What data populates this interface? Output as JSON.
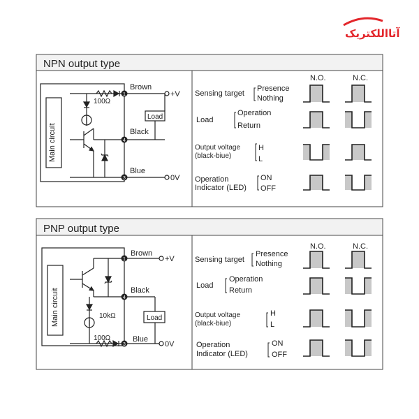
{
  "brand": {
    "logo_text": "آتااللکتریک",
    "logo_color": "#e3262b"
  },
  "colors": {
    "wave_fill": "#c8c8c8",
    "header_bg": "#f2f2f2",
    "line": "#222222"
  },
  "npn": {
    "title": "NPN output type",
    "circuit": {
      "main_circuit": "Main circuit",
      "resistor": "100Ω",
      "pins": {
        "brown": "1",
        "black": "4",
        "blue": "3"
      },
      "wire_labels": {
        "brown": "Brown",
        "black": "Black",
        "blue": "Blue"
      },
      "supply_pos": "+V",
      "supply_neg": "0V",
      "load": "Load"
    },
    "timing": {
      "col_no": "N.O.",
      "col_nc": "N.C.",
      "rows": [
        {
          "label": [
            "Sensing target"
          ],
          "states": [
            "Presence",
            "Nothing"
          ]
        },
        {
          "label": [
            "Load"
          ],
          "states": [
            "Operation",
            "Return"
          ]
        },
        {
          "label": [
            "Output voltage",
            "(black-biue)"
          ],
          "states": [
            "H",
            "L"
          ]
        },
        {
          "label": [
            "Operation",
            "Indicator (LED)"
          ],
          "states": [
            "ON",
            "OFF"
          ]
        }
      ]
    }
  },
  "pnp": {
    "title": "PNP output type",
    "circuit": {
      "main_circuit": "Main circuit",
      "resistor_top": "10kΩ",
      "resistor": "100Ω",
      "pins": {
        "brown": "1",
        "black": "4",
        "blue": "3"
      },
      "wire_labels": {
        "brown": "Brown",
        "black": "Black",
        "blue": "Blue"
      },
      "supply_pos": "+V",
      "supply_neg": "0V",
      "load": "Load"
    },
    "timing": {
      "col_no": "N.O.",
      "col_nc": "N.C.",
      "rows": [
        {
          "label": [
            "Sensing target"
          ],
          "states": [
            "Presence",
            "Nothing"
          ]
        },
        {
          "label": [
            "Load"
          ],
          "states": [
            "Operation",
            "Return"
          ]
        },
        {
          "label": [
            "Output voltage",
            "(black-biue)"
          ],
          "states": [
            "H",
            "L"
          ]
        },
        {
          "label": [
            "Operation",
            "Indicator (LED)"
          ],
          "states": [
            "ON",
            "OFF"
          ]
        }
      ]
    }
  }
}
